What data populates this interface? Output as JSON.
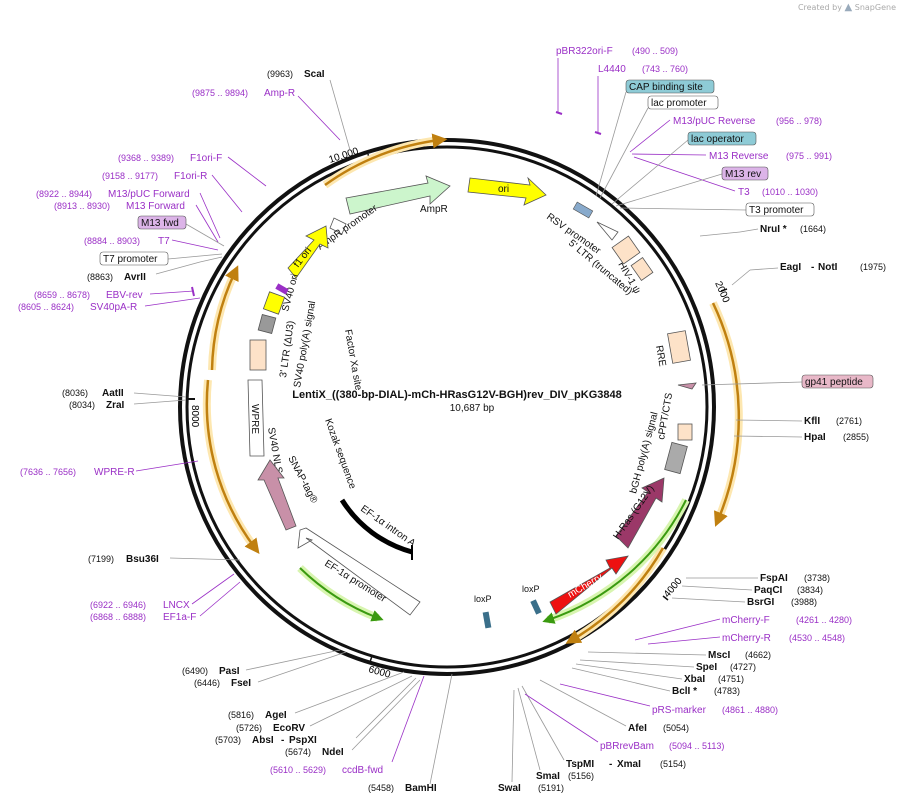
{
  "brand": {
    "prefix": "Created by",
    "name": "SnapGene"
  },
  "plasmid": {
    "name": "LentiX_((380-bp-DIAL)-mCh-HRasG12V-BGH)rev_DIV_pKG3848",
    "size_label": "10,687 bp",
    "length": 10687
  },
  "ticks": [
    "2000",
    "4000",
    "6000",
    "8000",
    "10,000"
  ],
  "colors": {
    "purple": "#9a2fc6",
    "black": "#111111",
    "orange": "#f0b040",
    "green": "#8cd44a"
  },
  "sites_right": [
    {
      "name": "NruI *",
      "pos": "(1664)"
    },
    {
      "name": "EagI",
      "name2": "NotI",
      "pos": "(1975)"
    },
    {
      "name": "KflI",
      "pos": "(2761)"
    },
    {
      "name": "HpaI",
      "pos": "(2855)"
    },
    {
      "name": "FspAI",
      "pos": "(3738)"
    },
    {
      "name": "PaqCI",
      "pos": "(3834)"
    },
    {
      "name": "BsrGI",
      "pos": "(3988)"
    },
    {
      "name": "MscI",
      "pos": "(4662)"
    },
    {
      "name": "SpeI",
      "pos": "(4727)"
    },
    {
      "name": "XbaI",
      "pos": "(4751)"
    },
    {
      "name": "BclI *",
      "pos": "(4783)"
    },
    {
      "name": "AfeI",
      "pos": "(5054)"
    },
    {
      "name": "TspMI",
      "name2": "XmaI",
      "pos": "(5154)"
    },
    {
      "name": "SmaI",
      "pos": "(5156)"
    },
    {
      "name": "SwaI",
      "pos": "(5191)"
    }
  ],
  "sites_left": [
    {
      "name": "ScaI",
      "pos": "(9963)"
    },
    {
      "name": "AvrII",
      "pos": "(8863)"
    },
    {
      "name": "AatII",
      "pos": "(8036)"
    },
    {
      "name": "ZraI",
      "pos": "(8034)"
    },
    {
      "name": "Bsu36I",
      "pos": "(7199)"
    },
    {
      "name": "PasI",
      "pos": "(6490)"
    },
    {
      "name": "FseI",
      "pos": "(6446)"
    },
    {
      "name": "AgeI",
      "pos": "(5816)"
    },
    {
      "name": "EcoRV",
      "pos": "(5726)"
    },
    {
      "name": "AbsI",
      "name2": "PspXI",
      "pos": "(5703)"
    },
    {
      "name": "NdeI",
      "pos": "(5674)"
    },
    {
      "name": "BamHI",
      "pos": "(5458)"
    }
  ],
  "primers": [
    {
      "name": "pBR322ori-F",
      "pos": "(490 .. 509)"
    },
    {
      "name": "L4440",
      "pos": "(743 .. 760)"
    },
    {
      "name": "M13/pUC Reverse",
      "pos": "(956 .. 978)"
    },
    {
      "name": "M13 Reverse",
      "pos": "(975 .. 991)"
    },
    {
      "name": "T3",
      "pos": "(1010 .. 1030)"
    },
    {
      "name": "mCherry-F",
      "pos": "(4261 .. 4280)"
    },
    {
      "name": "mCherry-R",
      "pos": "(4530 .. 4548)"
    },
    {
      "name": "pRS-marker",
      "pos": "(4861 .. 4880)"
    },
    {
      "name": "pBRrevBam",
      "pos": "(5094 .. 5113)"
    },
    {
      "name": "Amp-R",
      "pos": "(9875 .. 9894)"
    },
    {
      "name": "F1ori-F",
      "pos": "(9368 .. 9389)"
    },
    {
      "name": "F1ori-R",
      "pos": "(9158 .. 9177)"
    },
    {
      "name": "M13/pUC Forward",
      "pos": "(8922 .. 8944)"
    },
    {
      "name": "M13 Forward",
      "pos": "(8913 .. 8930)"
    },
    {
      "name": "T7",
      "pos": "(8884 .. 8903)"
    },
    {
      "name": "EBV-rev",
      "pos": "(8659 .. 8678)"
    },
    {
      "name": "SV40pA-R",
      "pos": "(8605 .. 8624)"
    },
    {
      "name": "WPRE-R",
      "pos": "(7636 .. 7656)"
    },
    {
      "name": "LNCX",
      "pos": "(6922 .. 6946)"
    },
    {
      "name": "EF1a-F",
      "pos": "(6868 .. 6888)"
    },
    {
      "name": "ccdB-fwd",
      "pos": "(5610 .. 5629)"
    }
  ],
  "boxed": [
    {
      "name": "CAP binding site"
    },
    {
      "name": "lac promoter"
    },
    {
      "name": "lac operator"
    },
    {
      "name": "M13 rev"
    },
    {
      "name": "T3 promoter"
    },
    {
      "name": "gp41 peptide"
    },
    {
      "name": "M13 fwd"
    },
    {
      "name": "T7 promoter"
    }
  ],
  "features": [
    "ori",
    "AmpR",
    "AmpR promoter",
    "f1 ori",
    "SV40 ori",
    "SV40 poly(A) signal",
    "3' LTR (ΔU3)",
    "WPRE",
    "SV40 NLS",
    "SNAP-tag®",
    "Factor Xa site",
    "Kozak sequence",
    "EF-1α intron A",
    "EF-1α promoter",
    "loxP",
    "loxP",
    "mCherry",
    "H-Ras (G12V)",
    "bGH poly(A) signal",
    "cPPT/CTS",
    "RRE",
    "HIV-1 ψ",
    "5' LTR (truncated)",
    "RSV promoter"
  ]
}
